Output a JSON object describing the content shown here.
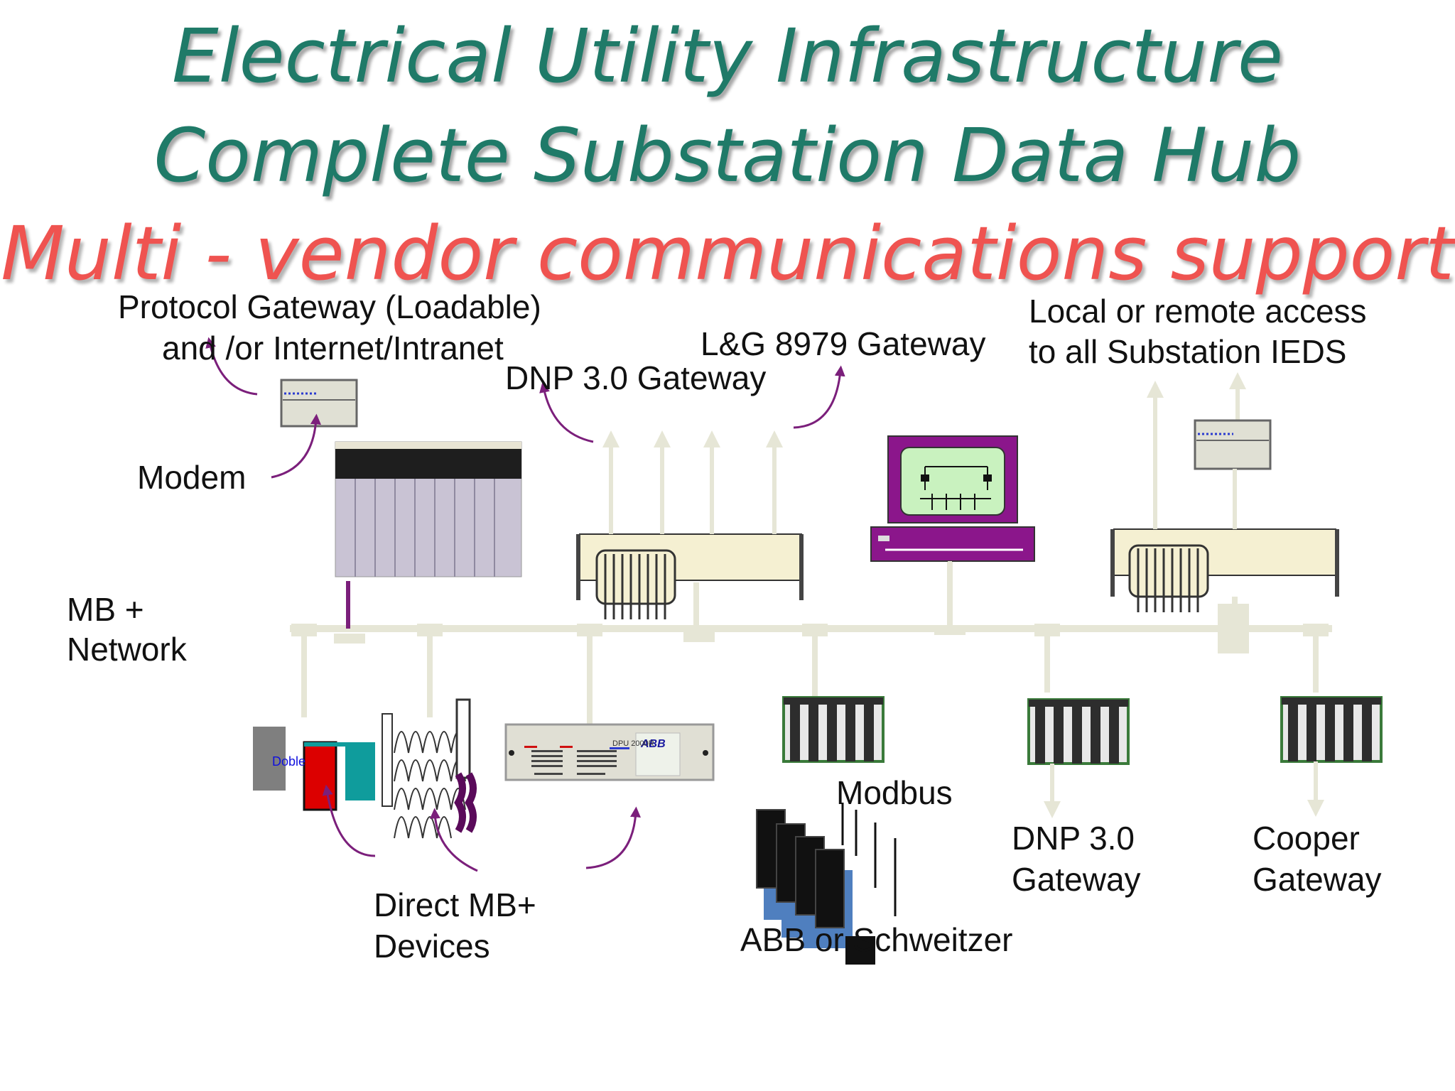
{
  "slide": {
    "title_line1": "Electrical Utility Infrastructure",
    "title_line2": "Complete Substation Data Hub",
    "title_line3": "Multi - vendor communications support"
  },
  "labels": {
    "protocol_gateway": "Protocol Gateway (Loadable)",
    "internet_intranet": "and /or Internet/Intranet",
    "modem": "Modem",
    "dnp_gateway_top": "DNP 3.0 Gateway",
    "lg_gateway": "L&G 8979 Gateway",
    "local_remote_1": "Local or remote access",
    "local_remote_2": "to all Substation IEDS",
    "mb_network_1": "MB +",
    "mb_network_2": "Network",
    "modbus": "Modbus",
    "direct_mb_1": "Direct MB+",
    "direct_mb_2": "Devices",
    "abb_schweitzer": "ABB or Schweitzer",
    "dnp_gateway_bottom_1": "DNP 3.0",
    "dnp_gateway_bottom_2": "Gateway",
    "cooper_gateway_1": "Cooper",
    "cooper_gateway_2": "Gateway"
  },
  "device_text": {
    "doble": "Doble",
    "abb_logo": "ABB",
    "dpu": "DPU 2000R"
  },
  "colors": {
    "title_green": "#1f7a68",
    "title_red": "#ef5350",
    "network_line": "#e6e6d6",
    "arrow_purple": "#7b1f7b",
    "monitor_purple": "#8b168b",
    "screen_green": "#c9f2bf"
  }
}
